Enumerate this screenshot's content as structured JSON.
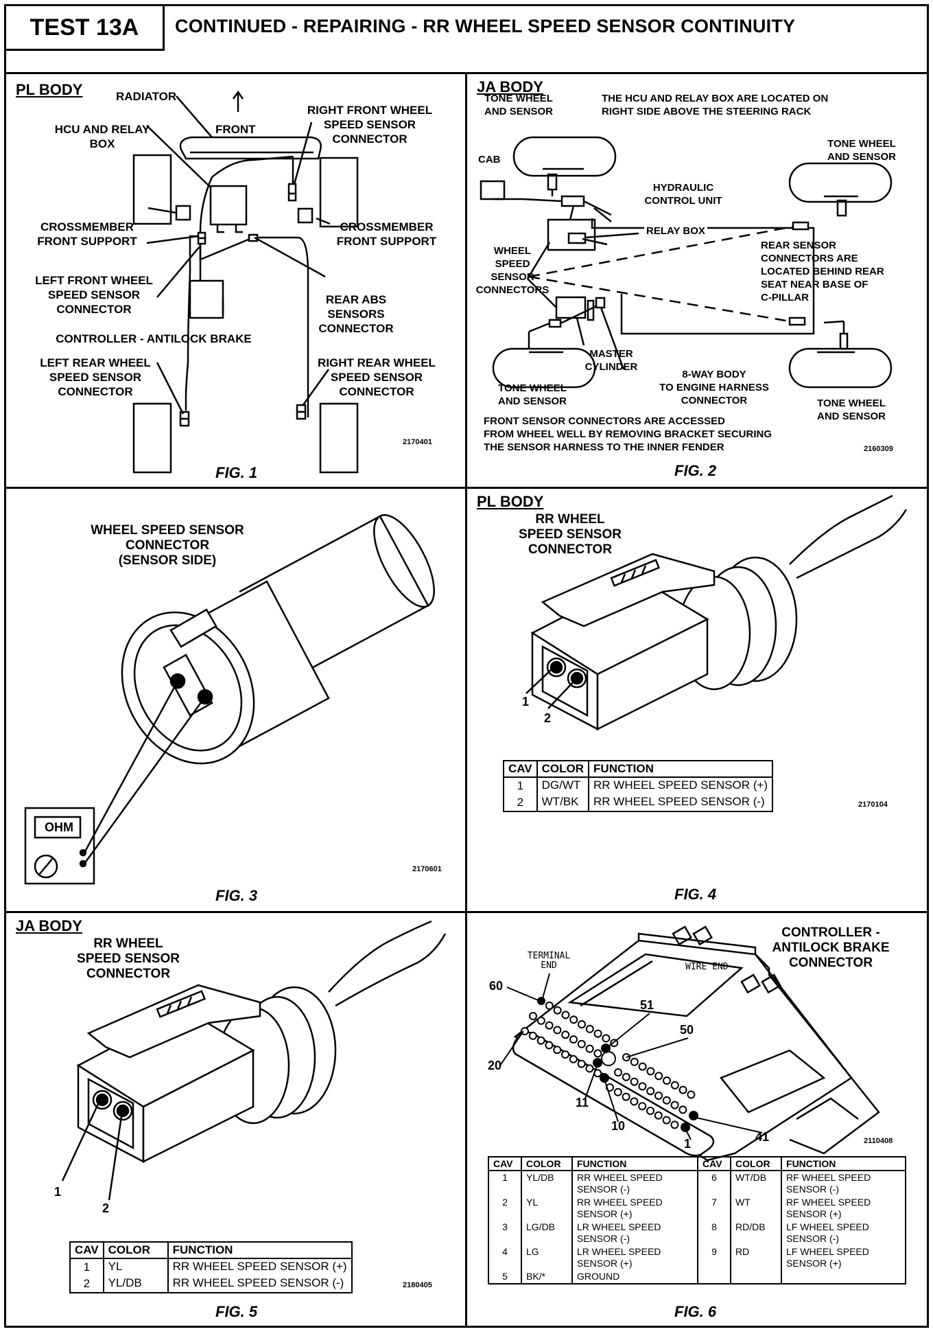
{
  "header": {
    "test": "TEST 13A",
    "title": "CONTINUED - REPAIRING - RR WHEEL SPEED SENSOR CONTINUITY"
  },
  "fig1": {
    "section": "PL BODY",
    "labels": {
      "radiator": "RADIATOR",
      "front": "FRONT",
      "hcu": "HCU AND RELAY\nBOX",
      "rf_connector": "RIGHT FRONT WHEEL\nSPEED SENSOR\nCONNECTOR",
      "crossmember_left": "CROSSMEMBER\nFRONT SUPPORT",
      "crossmember_right": "CROSSMEMBER\nFRONT SUPPORT",
      "lf_connector": "LEFT FRONT WHEEL\nSPEED SENSOR\nCONNECTOR",
      "rear_abs": "REAR ABS\nSENSORS\nCONNECTOR",
      "controller": "CONTROLLER - ANTILOCK BRAKE",
      "lr_connector": "LEFT REAR WHEEL\nSPEED SENSOR\nCONNECTOR",
      "rr_connector": "RIGHT REAR WHEEL\nSPEED SENSOR\nCONNECTOR"
    },
    "ref": "2170401",
    "caption": "FIG. 1"
  },
  "fig2": {
    "section": "JA BODY",
    "labels": {
      "tone_tl": "TONE WHEEL\nAND SENSOR",
      "note_top": "THE HCU AND RELAY BOX ARE LOCATED ON\nRIGHT SIDE ABOVE THE STEERING RACK",
      "tone_tr": "TONE WHEEL\nAND SENSOR",
      "cab": "CAB",
      "hcu": "HYDRAULIC\nCONTROL UNIT",
      "relay": "RELAY BOX",
      "wheel_connectors": "WHEEL\nSPEED\nSENSOR\nCONNECTORS",
      "rear_note": "REAR SENSOR\nCONNECTORS ARE\nLOCATED BEHIND REAR\nSEAT NEAR BASE OF\nC-PILLAR",
      "master": "MASTER\nCYLINDER",
      "eight_way": "8-WAY BODY\nTO ENGINE HARNESS\nCONNECTOR",
      "tone_bl": "TONE WHEEL\nAND SENSOR",
      "tone_br": "TONE WHEEL\nAND SENSOR",
      "front_note": "FRONT SENSOR CONNECTORS ARE ACCESSED\nFROM WHEEL WELL BY REMOVING BRACKET SECURING\nTHE SENSOR HARNESS TO THE INNER FENDER"
    },
    "ref": "2160309",
    "caption": "FIG. 2"
  },
  "fig3": {
    "title": "WHEEL SPEED SENSOR\nCONNECTOR\n(SENSOR SIDE)",
    "meter": "OHM",
    "ref": "2170601",
    "caption": "FIG. 3"
  },
  "fig4": {
    "section": "PL BODY",
    "title": "RR WHEEL\nSPEED SENSOR\nCONNECTOR",
    "pins": [
      "1",
      "2"
    ],
    "table": {
      "headers": [
        "CAV",
        "COLOR",
        "FUNCTION"
      ],
      "rows": [
        [
          "1",
          "DG/WT",
          "RR WHEEL SPEED SENSOR (+)"
        ],
        [
          "2",
          "WT/BK",
          "RR WHEEL SPEED SENSOR (-)"
        ]
      ]
    },
    "ref": "2170104",
    "caption": "FIG. 4"
  },
  "fig5": {
    "section": "JA BODY",
    "title": "RR WHEEL\nSPEED SENSOR\nCONNECTOR",
    "pins": [
      "1",
      "2"
    ],
    "table": {
      "headers": [
        "CAV",
        "COLOR",
        "FUNCTION"
      ],
      "rows": [
        [
          "1",
          "YL",
          "RR WHEEL SPEED SENSOR (+)"
        ],
        [
          "2",
          "YL/DB",
          "RR WHEEL SPEED SENSOR (-)"
        ]
      ]
    },
    "ref": "2180405",
    "caption": "FIG. 5"
  },
  "fig6": {
    "title": "CONTROLLER -\nANTILOCK BRAKE\nCONNECTOR",
    "terminal_end": "TERMINAL\nEND",
    "wire_end": "WIRE END",
    "pin_labels": [
      "60",
      "51",
      "50",
      "20",
      "11",
      "10",
      "1",
      "41"
    ],
    "ref": "2110408",
    "table": {
      "headers": [
        "CAV",
        "COLOR",
        "FUNCTION",
        "CAV",
        "COLOR",
        "FUNCTION"
      ],
      "rows": [
        [
          "1",
          "YL/DB",
          "RR WHEEL SPEED\nSENSOR (-)",
          "6",
          "WT/DB",
          "RF WHEEL SPEED\nSENSOR (-)"
        ],
        [
          "2",
          "YL",
          "RR WHEEL SPEED\nSENSOR (+)",
          "7",
          "WT",
          "RF WHEEL SPEED\nSENSOR (+)"
        ],
        [
          "3",
          "LG/DB",
          "LR WHEEL SPEED\nSENSOR (-)",
          "8",
          "RD/DB",
          "LF WHEEL SPEED\nSENSOR (-)"
        ],
        [
          "4",
          "LG",
          "LR WHEEL SPEED\nSENSOR (+)",
          "9",
          "RD",
          "LF WHEEL SPEED\nSENSOR (+)"
        ],
        [
          "5",
          "BK/*",
          "GROUND",
          "",
          "",
          ""
        ]
      ]
    },
    "caption": "FIG. 6"
  }
}
